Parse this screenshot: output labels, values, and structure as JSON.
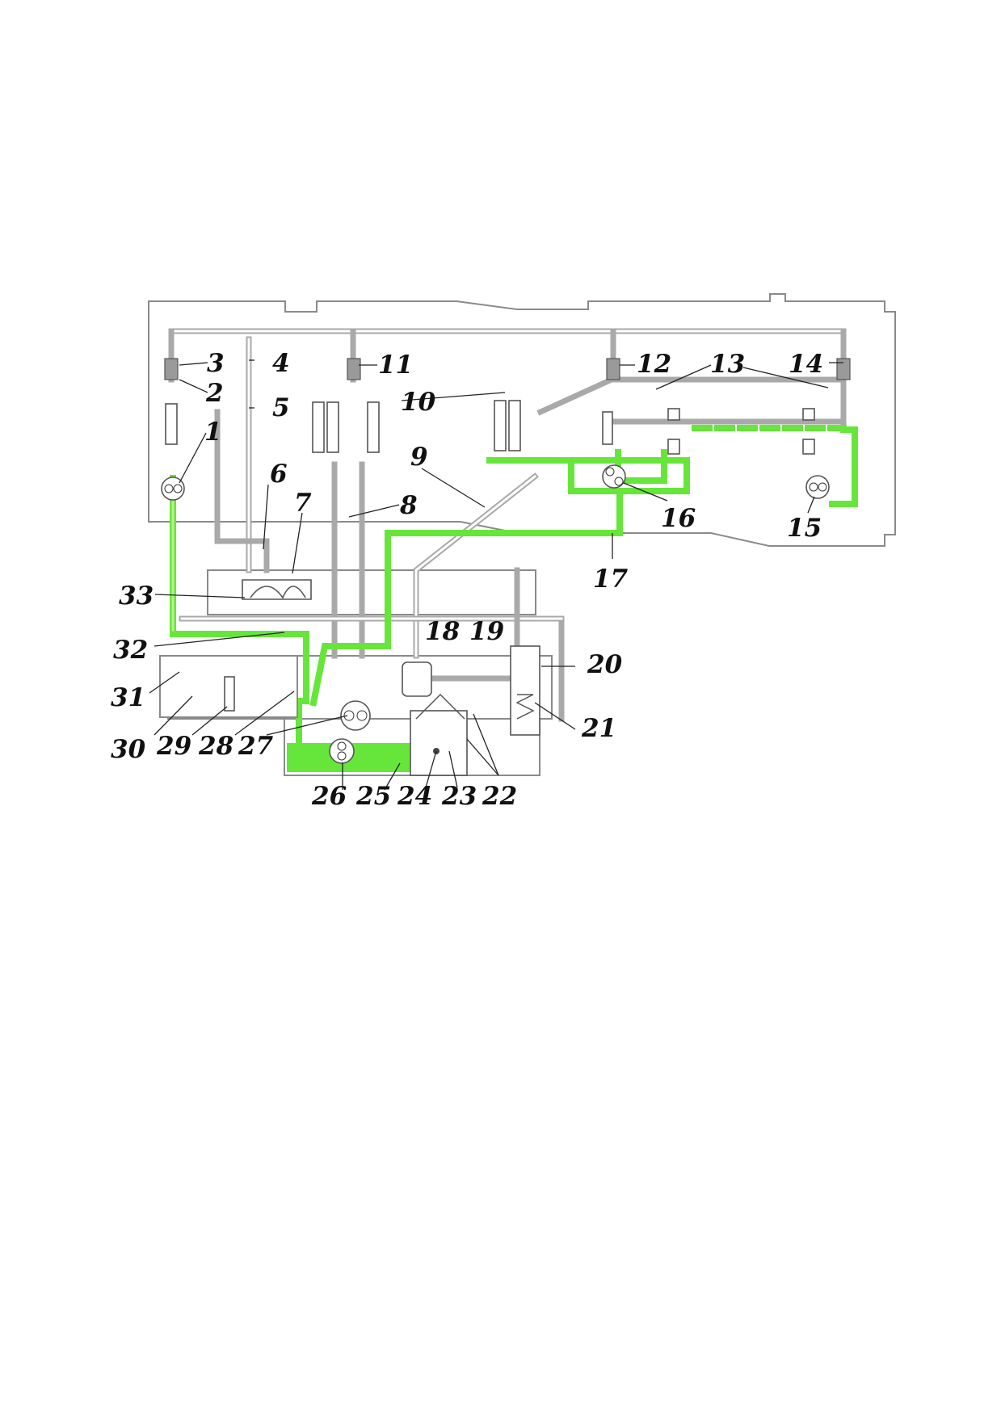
{
  "diagram": {
    "callouts": [
      {
        "id": "1",
        "label": "1"
      },
      {
        "id": "2",
        "label": "2"
      },
      {
        "id": "3",
        "label": "3"
      },
      {
        "id": "4",
        "label": "4"
      },
      {
        "id": "5",
        "label": "5"
      },
      {
        "id": "6",
        "label": "6"
      },
      {
        "id": "7",
        "label": "7"
      },
      {
        "id": "8",
        "label": "8"
      },
      {
        "id": "9",
        "label": "9"
      },
      {
        "id": "10",
        "label": "10"
      },
      {
        "id": "11",
        "label": "11"
      },
      {
        "id": "12",
        "label": "12"
      },
      {
        "id": "13",
        "label": "13"
      },
      {
        "id": "14",
        "label": "14"
      },
      {
        "id": "15",
        "label": "15"
      },
      {
        "id": "16",
        "label": "16"
      },
      {
        "id": "17",
        "label": "17"
      },
      {
        "id": "18",
        "label": "18"
      },
      {
        "id": "19",
        "label": "19"
      },
      {
        "id": "20",
        "label": "20"
      },
      {
        "id": "21",
        "label": "21"
      },
      {
        "id": "22",
        "label": "22"
      },
      {
        "id": "23",
        "label": "23"
      },
      {
        "id": "24",
        "label": "24"
      },
      {
        "id": "25",
        "label": "25"
      },
      {
        "id": "26",
        "label": "26"
      },
      {
        "id": "27",
        "label": "27"
      },
      {
        "id": "28",
        "label": "28"
      },
      {
        "id": "29",
        "label": "29"
      },
      {
        "id": "30",
        "label": "30"
      },
      {
        "id": "31",
        "label": "31"
      },
      {
        "id": "32",
        "label": "32"
      },
      {
        "id": "33",
        "label": "33"
      }
    ],
    "colors": {
      "oil_flow": "#66e63a",
      "oil_flow_light": "#b8f08a",
      "pipe_outline": "#a9a9a9",
      "housing_outline": "#8a8a8a",
      "label": "#111111",
      "background": "#ffffff"
    },
    "icons": {
      "pump": "gear-pump-icon",
      "filter": "filter-cartridge-icon",
      "nozzle": "spray-nozzle-icon",
      "flow_arrow": "flow-arrow-icon"
    }
  }
}
